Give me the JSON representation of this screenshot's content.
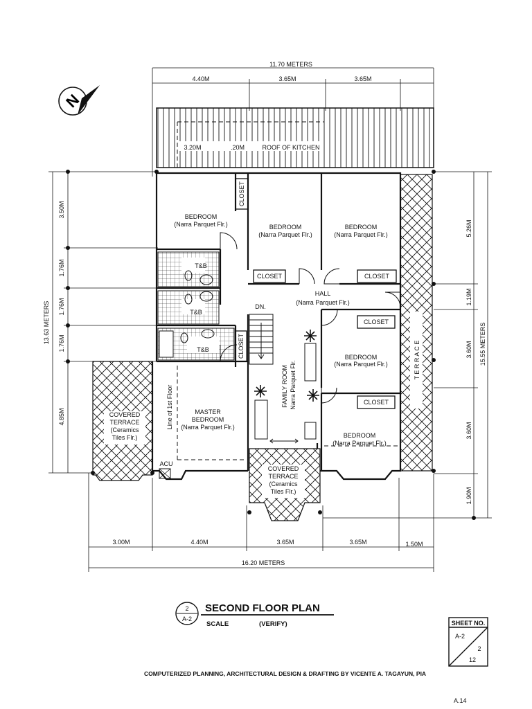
{
  "dimensions": {
    "top_total": "11.70 METERS",
    "top_segments": [
      "4.40M",
      "3.65M",
      "3.65M"
    ],
    "kitchen_left": "3.20M",
    "kitchen_right": ".20M",
    "roof_label": "ROOF OF KITCHEN",
    "left_total": "13.63 METERS",
    "left_segments": [
      "3.50M",
      "1.76M",
      "1.76M",
      "1.76M",
      "4.85M"
    ],
    "right_total": "15.55 METERS",
    "right_segments": [
      "5.26M",
      "1.19M",
      "3.60M",
      "3.60M",
      "1.90M"
    ],
    "bottom_segments": [
      "3.00M",
      "4.40M",
      "3.65M",
      "3.65M",
      "1.50M"
    ],
    "bottom_total": "16.20 METERS"
  },
  "rooms": {
    "bedroom": "BEDROOM",
    "narra": "(Narra Parquet Flr.)",
    "closet": "CLOSET",
    "hall": "HALL",
    "tb": "T&B",
    "dn": "DN.",
    "family_room": "FAMILY ROOM",
    "family_floor": "Narra Parquet Flr.",
    "master_1": "MASTER",
    "master_2": "BEDROOM",
    "line_first_floor": "Line of 1st Floor",
    "covered_1": "COVERED",
    "covered_2": "TERRACE",
    "ceramics_1": "(Ceramics",
    "ceramics_2": "Tiles Flr.)",
    "terrace_vertical": "T E R R A C E",
    "acu": "ACU"
  },
  "title": {
    "circle_top": "2",
    "circle_bottom": "A-2",
    "main": "SECOND FLOOR PLAN",
    "scale_label": "SCALE",
    "scale_value": "(VERIFY)"
  },
  "sheet": {
    "label": "SHEET NO.",
    "ref": "A-2",
    "num": "2",
    "total": "12"
  },
  "north_letter": "N",
  "footer": "COMPUTERIZED PLANNING, ARCHITECTURAL DESIGN & DRAFTING BY VICENTE A. TAGAYUN, PIA",
  "page_ref": "A.14"
}
